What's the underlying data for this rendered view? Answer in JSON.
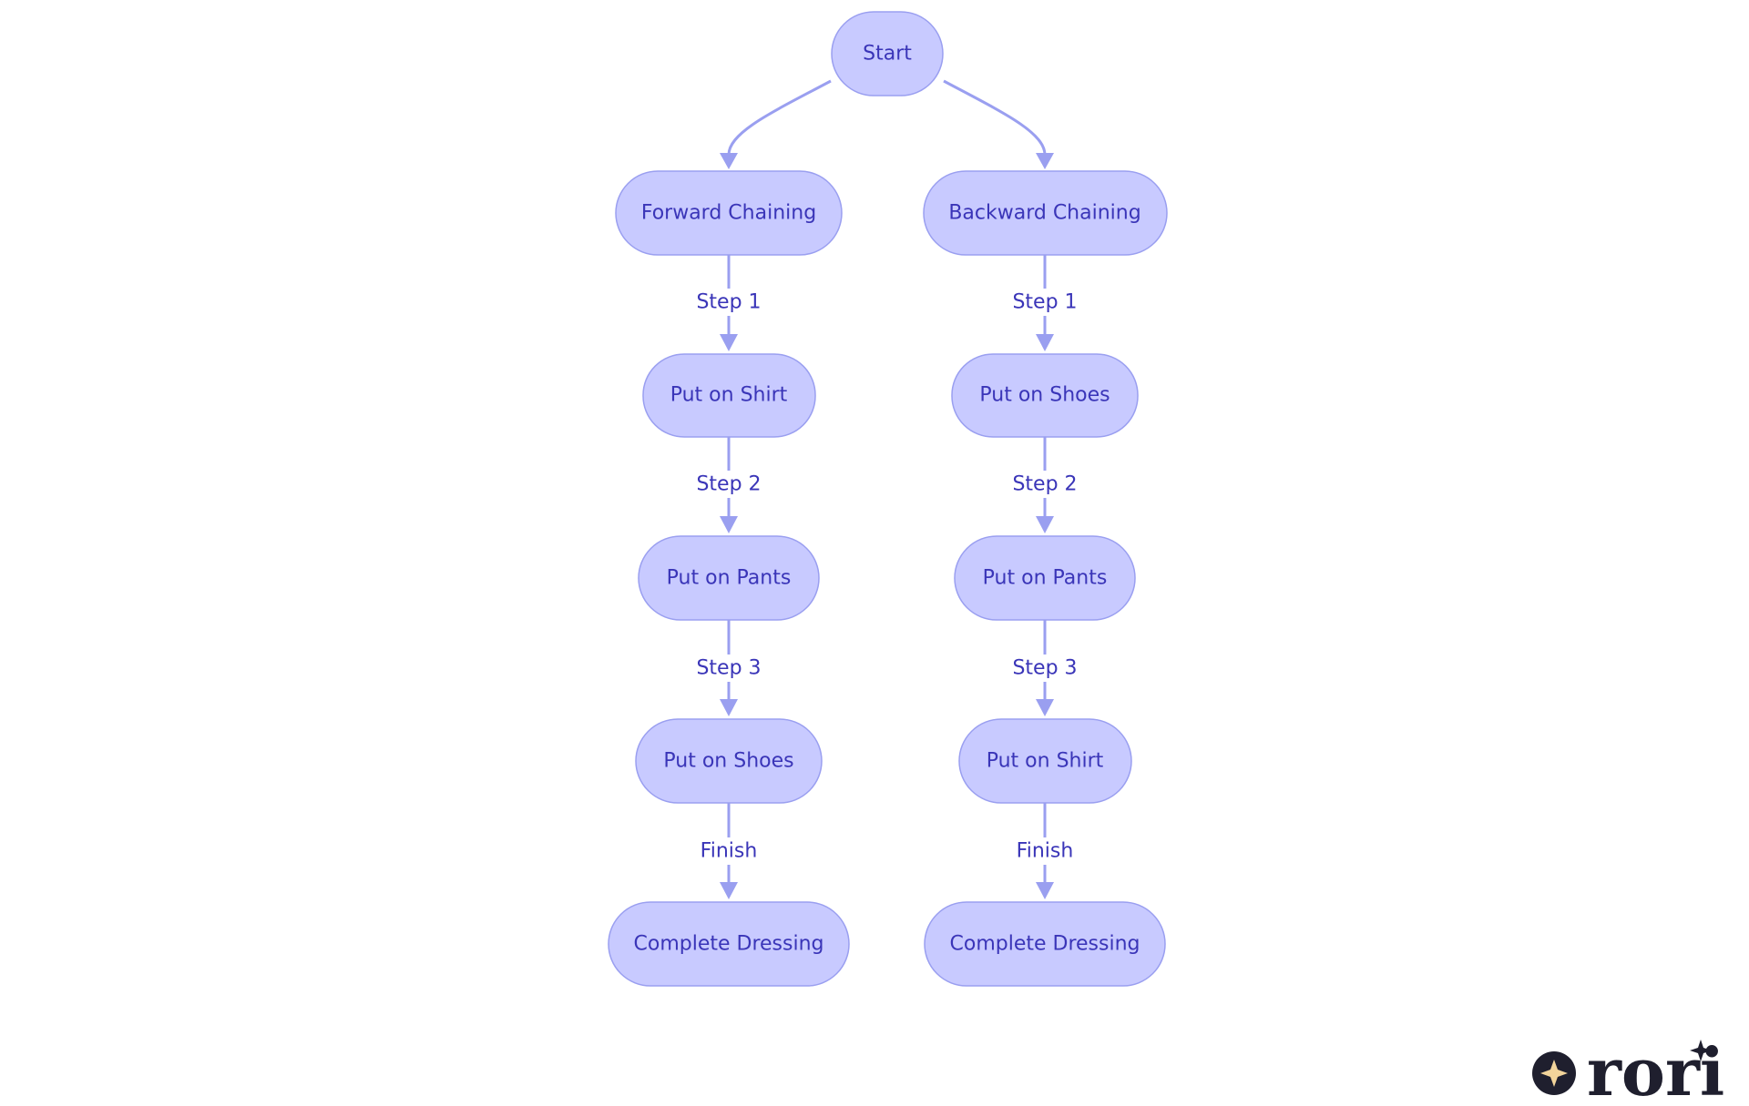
{
  "diagram": {
    "nodes": {
      "start": "Start",
      "forward": "Forward Chaining",
      "backward": "Backward Chaining",
      "f_shirt": "Put on Shirt",
      "f_pants": "Put on Pants",
      "f_shoes": "Put on Shoes",
      "f_done": "Complete Dressing",
      "b_shoes": "Put on Shoes",
      "b_pants": "Put on Pants",
      "b_shirt": "Put on Shirt",
      "b_done": "Complete Dressing"
    },
    "edges": {
      "f_step1": "Step 1",
      "f_step2": "Step 2",
      "f_step3": "Step 3",
      "f_finish": "Finish",
      "b_step1": "Step 1",
      "b_step2": "Step 2",
      "b_step3": "Step 3",
      "b_finish": "Finish"
    },
    "colors": {
      "node_fill": "#c8caff",
      "node_stroke": "#9a9ff0",
      "text": "#3a35b8",
      "edge": "#9a9ff0"
    }
  },
  "brand": {
    "logo_text": "rori",
    "logo_icon": "sparkle-icon"
  }
}
